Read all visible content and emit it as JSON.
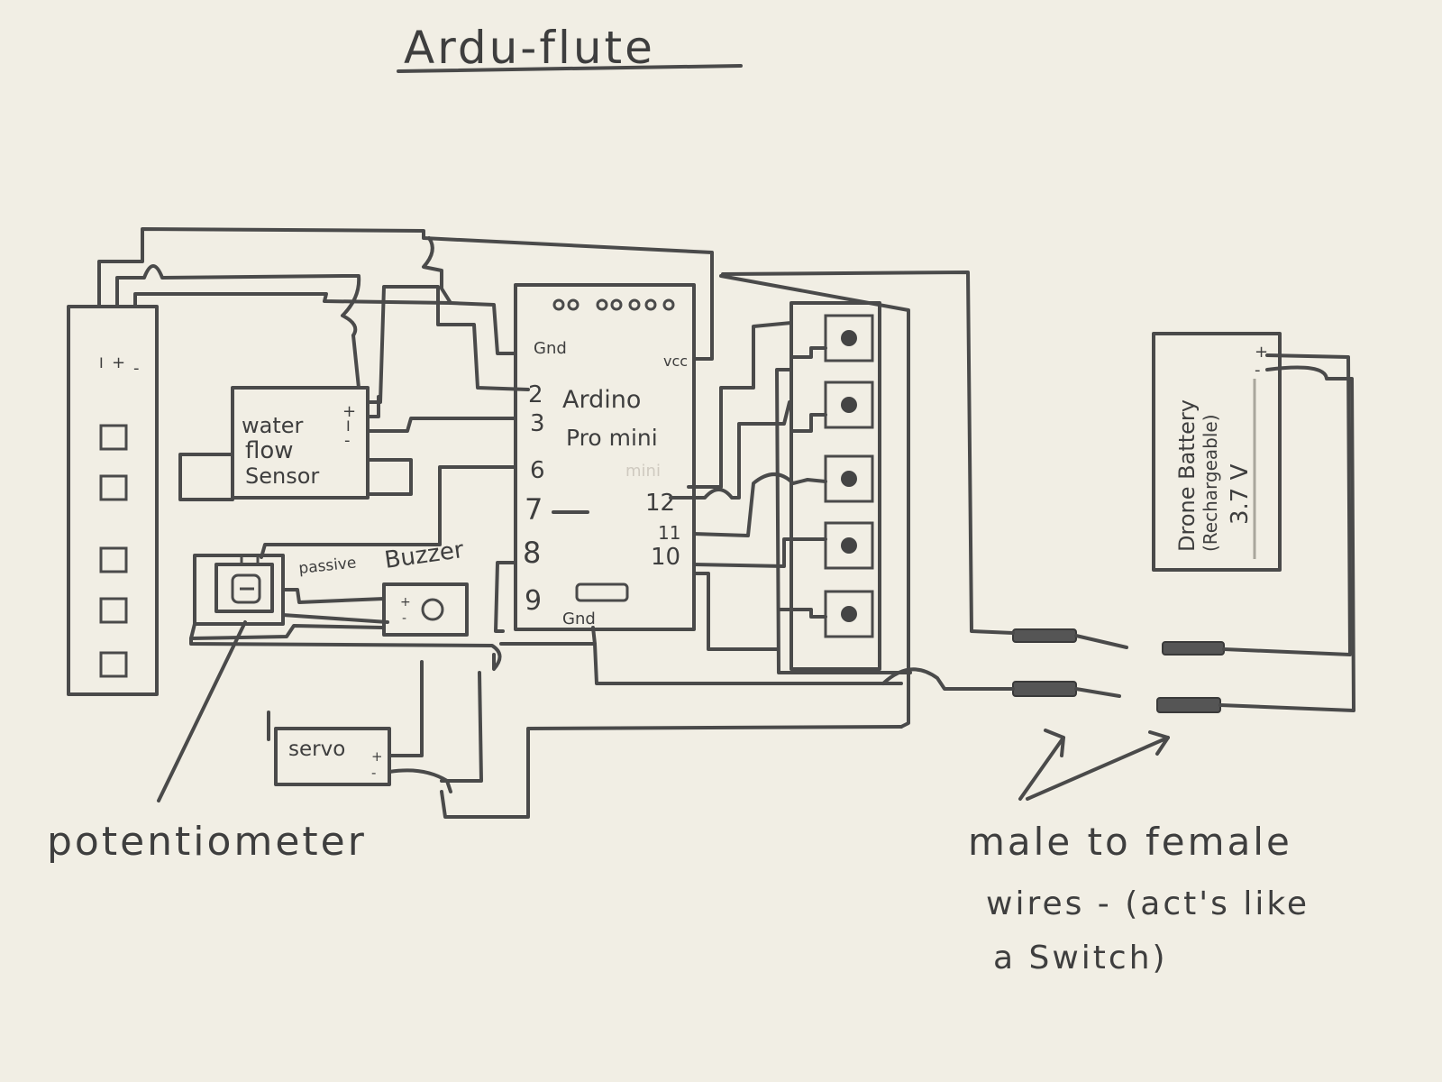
{
  "title": "Ardu-flute",
  "components": {
    "led_strip": {
      "pin_labels": [
        "I",
        "+",
        "-"
      ]
    },
    "flow_sensor": {
      "label_lines": [
        "water",
        "flow",
        "Sensor"
      ],
      "pin_labels": [
        "+",
        "I",
        "-"
      ]
    },
    "arduino": {
      "label_lines": [
        "Ardino",
        "Pro mini"
      ],
      "ghost_text": "mini",
      "gnd_label": "Gnd",
      "vcc_label": "vcc",
      "left_pins": [
        "2",
        "3",
        "6",
        "7",
        "8",
        "9"
      ],
      "right_pins": [
        "12",
        "11",
        "10"
      ],
      "gnd_bottom": "Gnd"
    },
    "buzzer": {
      "label": "Buzzer",
      "note": "passive",
      "pin_labels": [
        "+",
        "-"
      ]
    },
    "servo": {
      "label": "servo",
      "pin_labels": [
        "+",
        "-"
      ]
    },
    "battery": {
      "label_lines": [
        "Drone Battery",
        "(Rechargeable)",
        "3.7 V"
      ],
      "pin_labels": [
        "+",
        "-"
      ]
    },
    "potentiometer": {
      "label": "potentiometer"
    },
    "connectors": {
      "label_lines": [
        "male to female",
        "wires - (act's like",
        "a Switch)"
      ]
    }
  }
}
